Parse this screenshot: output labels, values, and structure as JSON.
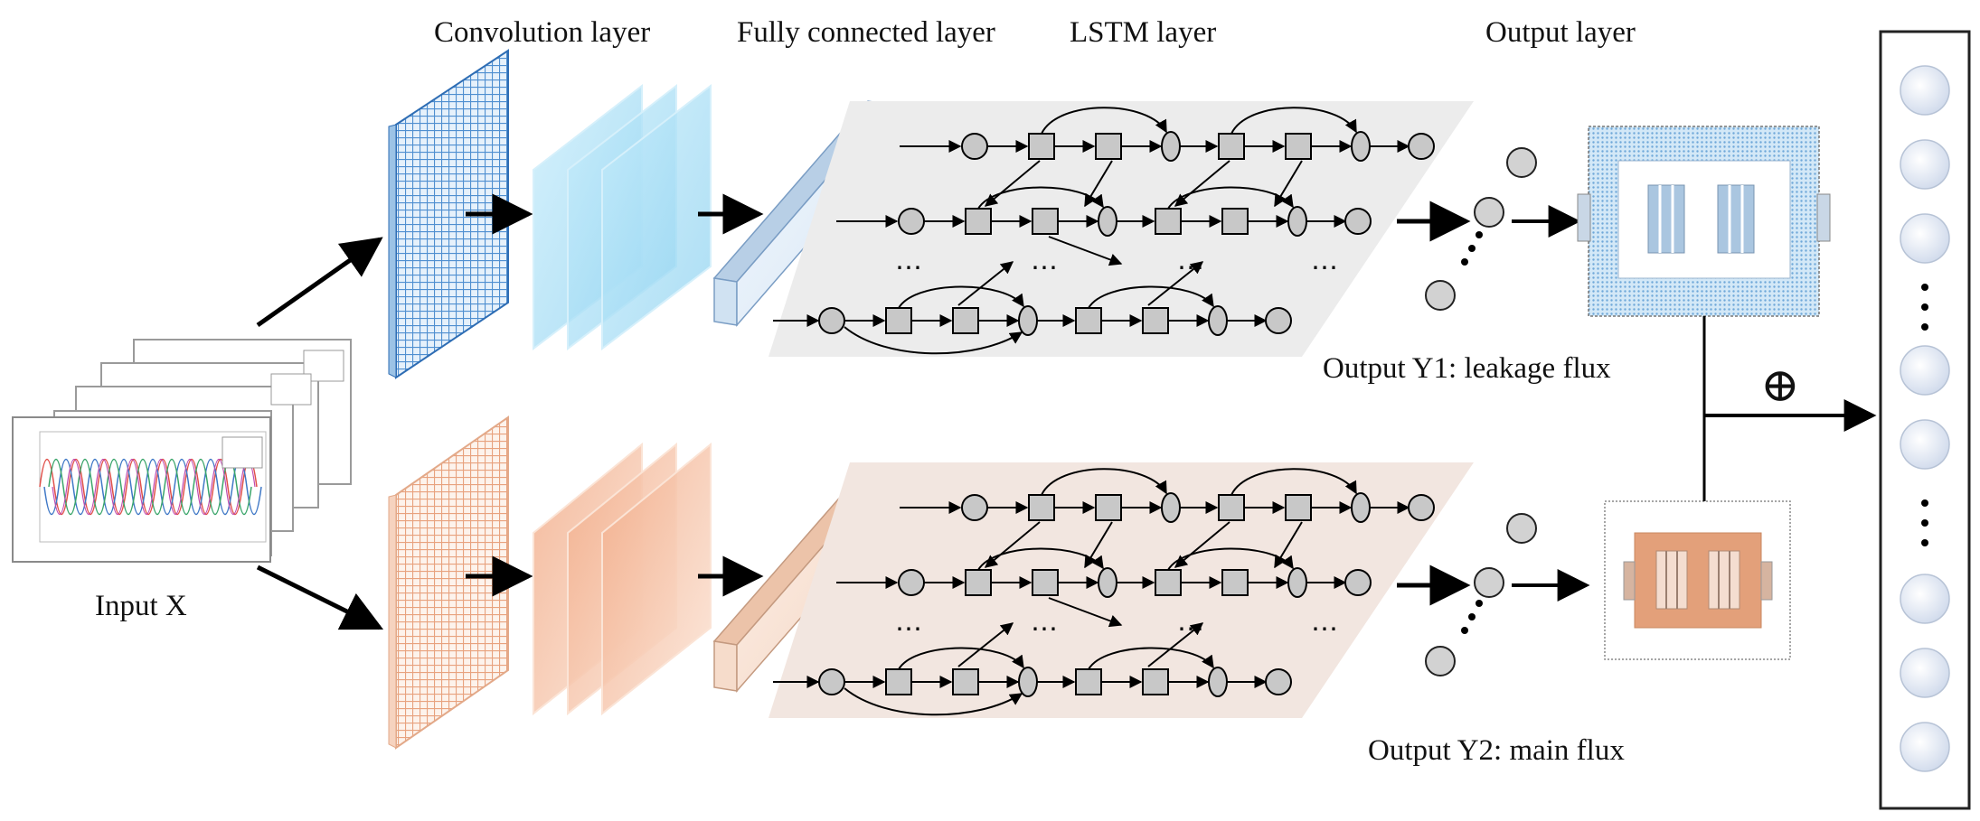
{
  "labels": {
    "convolution_layer": "Convolution layer",
    "fully_connected_layer": "Fully connected layer",
    "lstm_layer": "LSTM layer",
    "output_layer": "Output layer",
    "input": "Input X",
    "output_y1": "Output Y1: leakage flux",
    "output_y2": "Output Y2: main flux",
    "sum_symbol": "⊕"
  },
  "colors": {
    "top_branch": "#4f8fd0",
    "top_panel": "#9fd8f2",
    "bottom_branch": "#e8a27e",
    "bottom_panel": "#f2b896",
    "lstm_background_top": "#ececec",
    "lstm_background_bottom": "#f2e6e0",
    "node": "#c8c8c8",
    "output_node": "#dfe7f3"
  },
  "ellipsis": "⋯"
}
